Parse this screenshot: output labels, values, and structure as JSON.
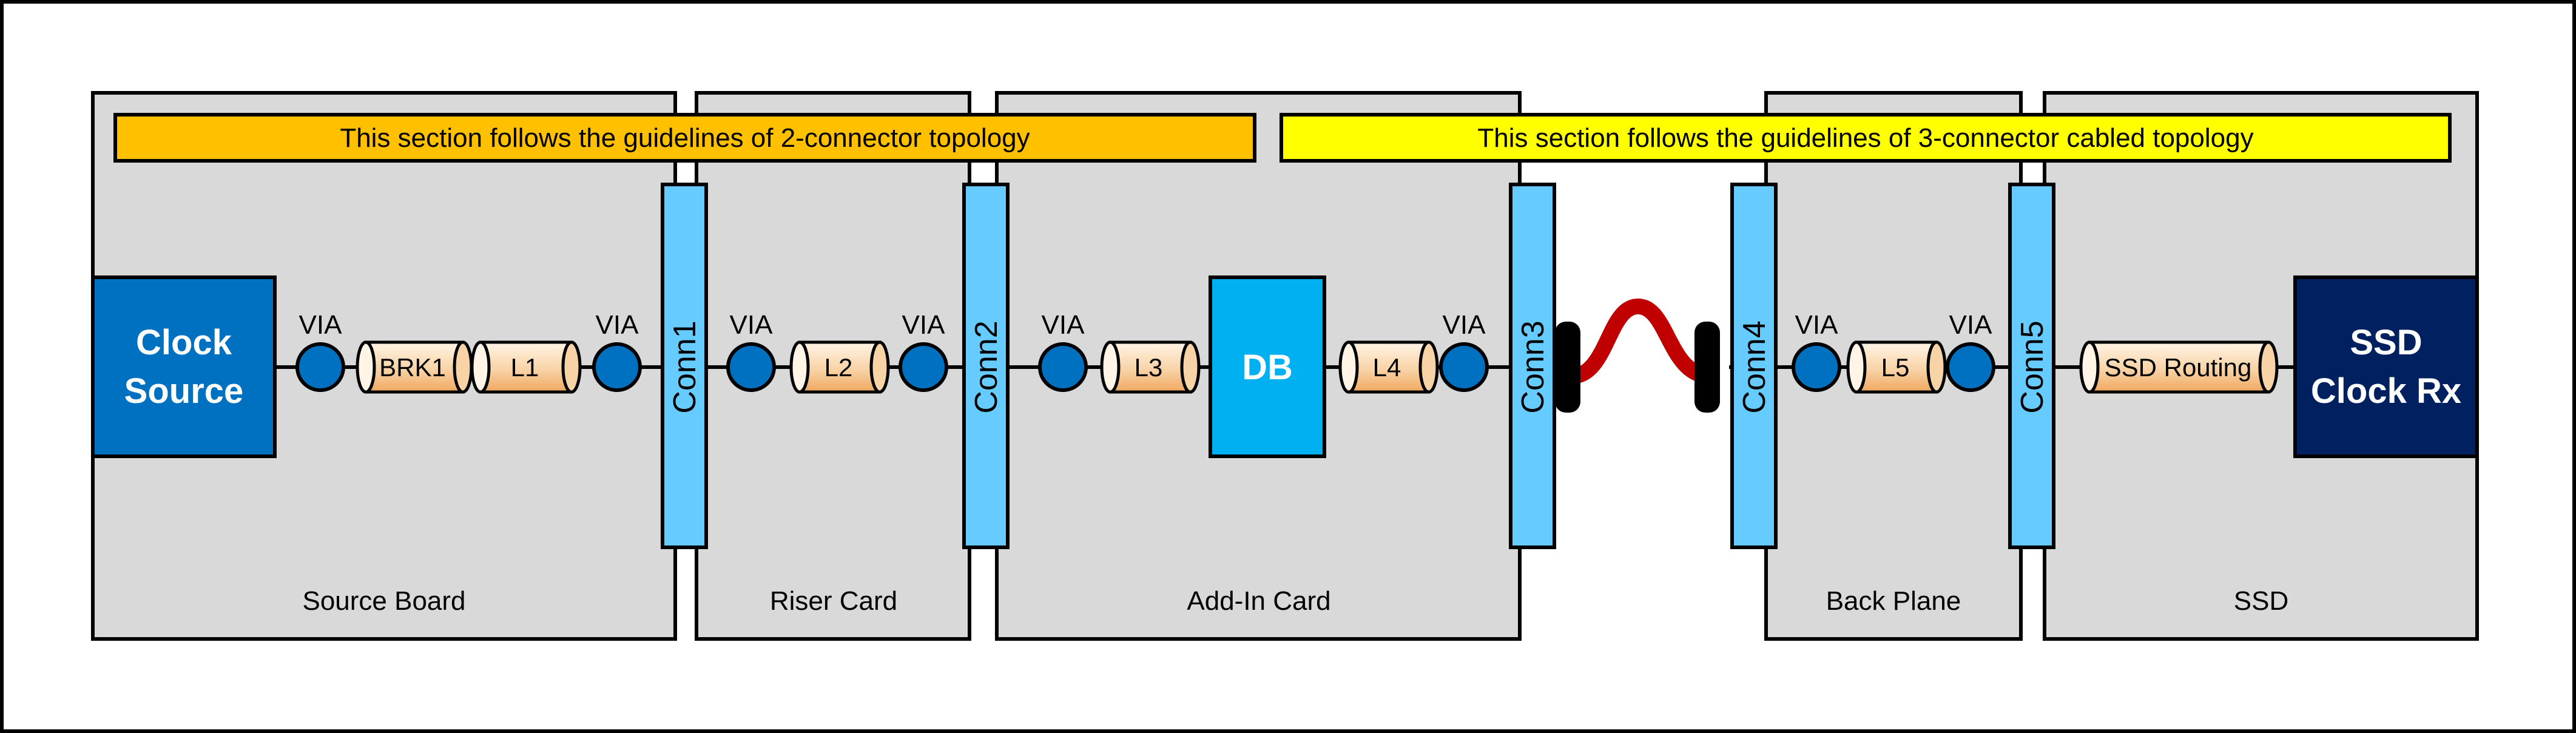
{
  "banners": {
    "two_connector": "This section follows the guidelines of 2-connector topology",
    "three_connector": "This section follows the guidelines of 3-connector cabled topology"
  },
  "boards": {
    "source_board": "Source Board",
    "riser_card": "Riser Card",
    "add_in_card": "Add-In Card",
    "back_plane": "Back Plane",
    "ssd": "SSD"
  },
  "connectors": {
    "conn1": "Conn1",
    "conn2": "Conn2",
    "conn3": "Conn3",
    "conn4": "Conn4",
    "conn5": "Conn5"
  },
  "blocks": {
    "clock_source_line1": "Clock",
    "clock_source_line2": "Source",
    "db": "DB",
    "ssd_rx_line1": "SSD",
    "ssd_rx_line2": "Clock Rx"
  },
  "segments": {
    "brk1": "BRK1",
    "l1": "L1",
    "l2": "L2",
    "l3": "L3",
    "l4": "L4",
    "l5": "L5",
    "ssd_routing": "SSD Routing"
  },
  "via_label": "VIA",
  "colors": {
    "board_fill": "#d9d9d9",
    "banner_two_connector": "#ffc000",
    "banner_three_connector": "#ffff00",
    "connector": "#66ccff",
    "clock_source": "#0070c0",
    "db": "#00b0f0",
    "ssd_rx": "#002060",
    "via": "#0070c0",
    "cable": "#c00000",
    "cable_plug": "#000000",
    "segment_light": "#fff2e0",
    "segment_dark": "#f4b183"
  }
}
